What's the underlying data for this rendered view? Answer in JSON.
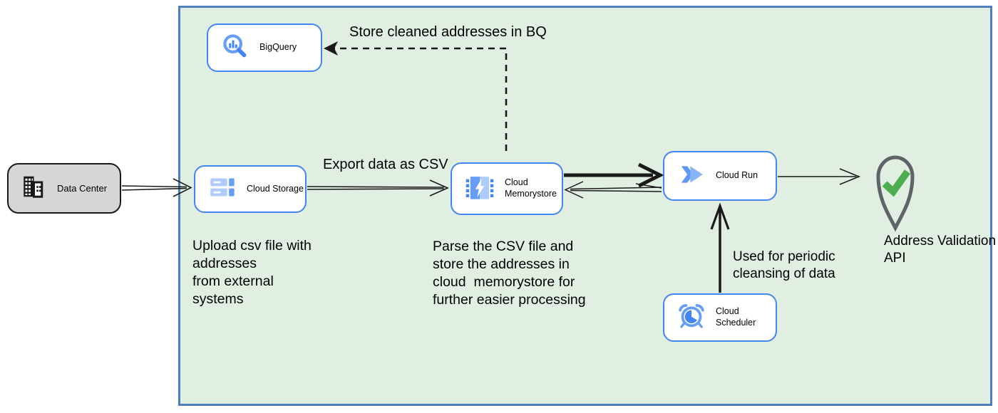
{
  "colors": {
    "boundary_fill": "#e1efe3",
    "boundary_border": "#4e7fb8",
    "node_border": "#4285f4",
    "node_fill": "#ffffff",
    "datacenter_fill": "#d6d6d6",
    "edge_color": "#1a1a1a",
    "pin_gray": "#5f6368",
    "check_green": "#4cae4f",
    "icon_blue_dark": "#4285f4",
    "icon_blue_mid": "#669df6",
    "icon_blue_light": "#aecbfa"
  },
  "nodes": {
    "data_center": {
      "label": "Data Center",
      "icon": "building-icon"
    },
    "bigquery": {
      "label": "BigQuery",
      "icon": "bigquery-magnifier-chart-icon"
    },
    "cloud_storage": {
      "label": "Cloud Storage",
      "icon": "storage-buckets-icon"
    },
    "cloud_memorystore": {
      "label": "Cloud Memorystore",
      "icon": "memorystore-chip-bolt-icon"
    },
    "cloud_run": {
      "label": "Cloud Run",
      "icon": "cloud-run-chevrons-icon"
    },
    "cloud_scheduler": {
      "label": "Cloud Scheduler",
      "icon": "scheduler-alarm-clock-icon"
    },
    "address_validation_api": {
      "label": "Address Validation API",
      "icon": "map-pin-checkmark-icon"
    }
  },
  "edge_labels": {
    "store_cleaned_addresses": "Store cleaned addresses in BQ",
    "export_data_csv": "Export data as CSV",
    "periodic_cleansing": "Used for periodic\ncleansing of data"
  },
  "annotations": {
    "upload_csv": "Upload csv file with\naddresses\nfrom external\nsystems",
    "parse_csv": "Parse the CSV file and\nstore the addresses in\ncloud  memorystore for\nfurther easier processing"
  }
}
